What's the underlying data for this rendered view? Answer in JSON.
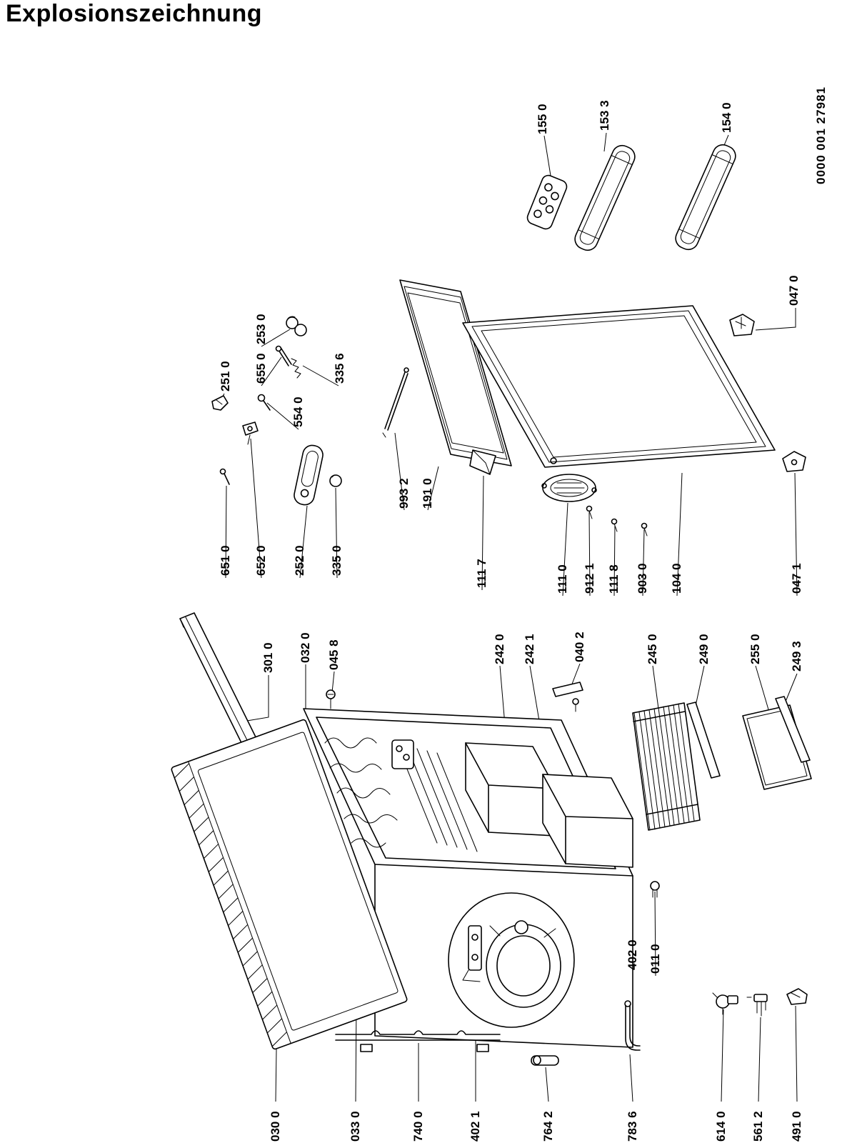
{
  "page": {
    "title": "Explosionszeichnung",
    "doc_number": "0000 001 27981"
  },
  "labels": [
    {
      "text": "155 0"
    },
    {
      "text": "153 3"
    },
    {
      "text": "154 0"
    },
    {
      "text": "047 0"
    },
    {
      "text": "253 0"
    },
    {
      "text": "251 0"
    },
    {
      "text": "655 0"
    },
    {
      "text": "335 6"
    },
    {
      "text": "554 0"
    },
    {
      "text": "993 2"
    },
    {
      "text": "191 0"
    },
    {
      "text": "651 0"
    },
    {
      "text": "652 0"
    },
    {
      "text": "252 0"
    },
    {
      "text": "335 0"
    },
    {
      "text": "111 7"
    },
    {
      "text": "111 0"
    },
    {
      "text": "912 1"
    },
    {
      "text": "111 8"
    },
    {
      "text": "903 0"
    },
    {
      "text": "104 0"
    },
    {
      "text": "047 1"
    },
    {
      "text": "301 0"
    },
    {
      "text": "032 0"
    },
    {
      "text": "045 8"
    },
    {
      "text": "242 0"
    },
    {
      "text": "242 1"
    },
    {
      "text": "040 2"
    },
    {
      "text": "245 0"
    },
    {
      "text": "249 0"
    },
    {
      "text": "255 0"
    },
    {
      "text": "249 3"
    },
    {
      "text": "402 0"
    },
    {
      "text": "011 0"
    },
    {
      "text": "030 0"
    },
    {
      "text": "033 0"
    },
    {
      "text": "740 0"
    },
    {
      "text": "402 1"
    },
    {
      "text": "764 2"
    },
    {
      "text": "783 6"
    },
    {
      "text": "614 0"
    },
    {
      "text": "561 2"
    },
    {
      "text": "491 0"
    }
  ]
}
